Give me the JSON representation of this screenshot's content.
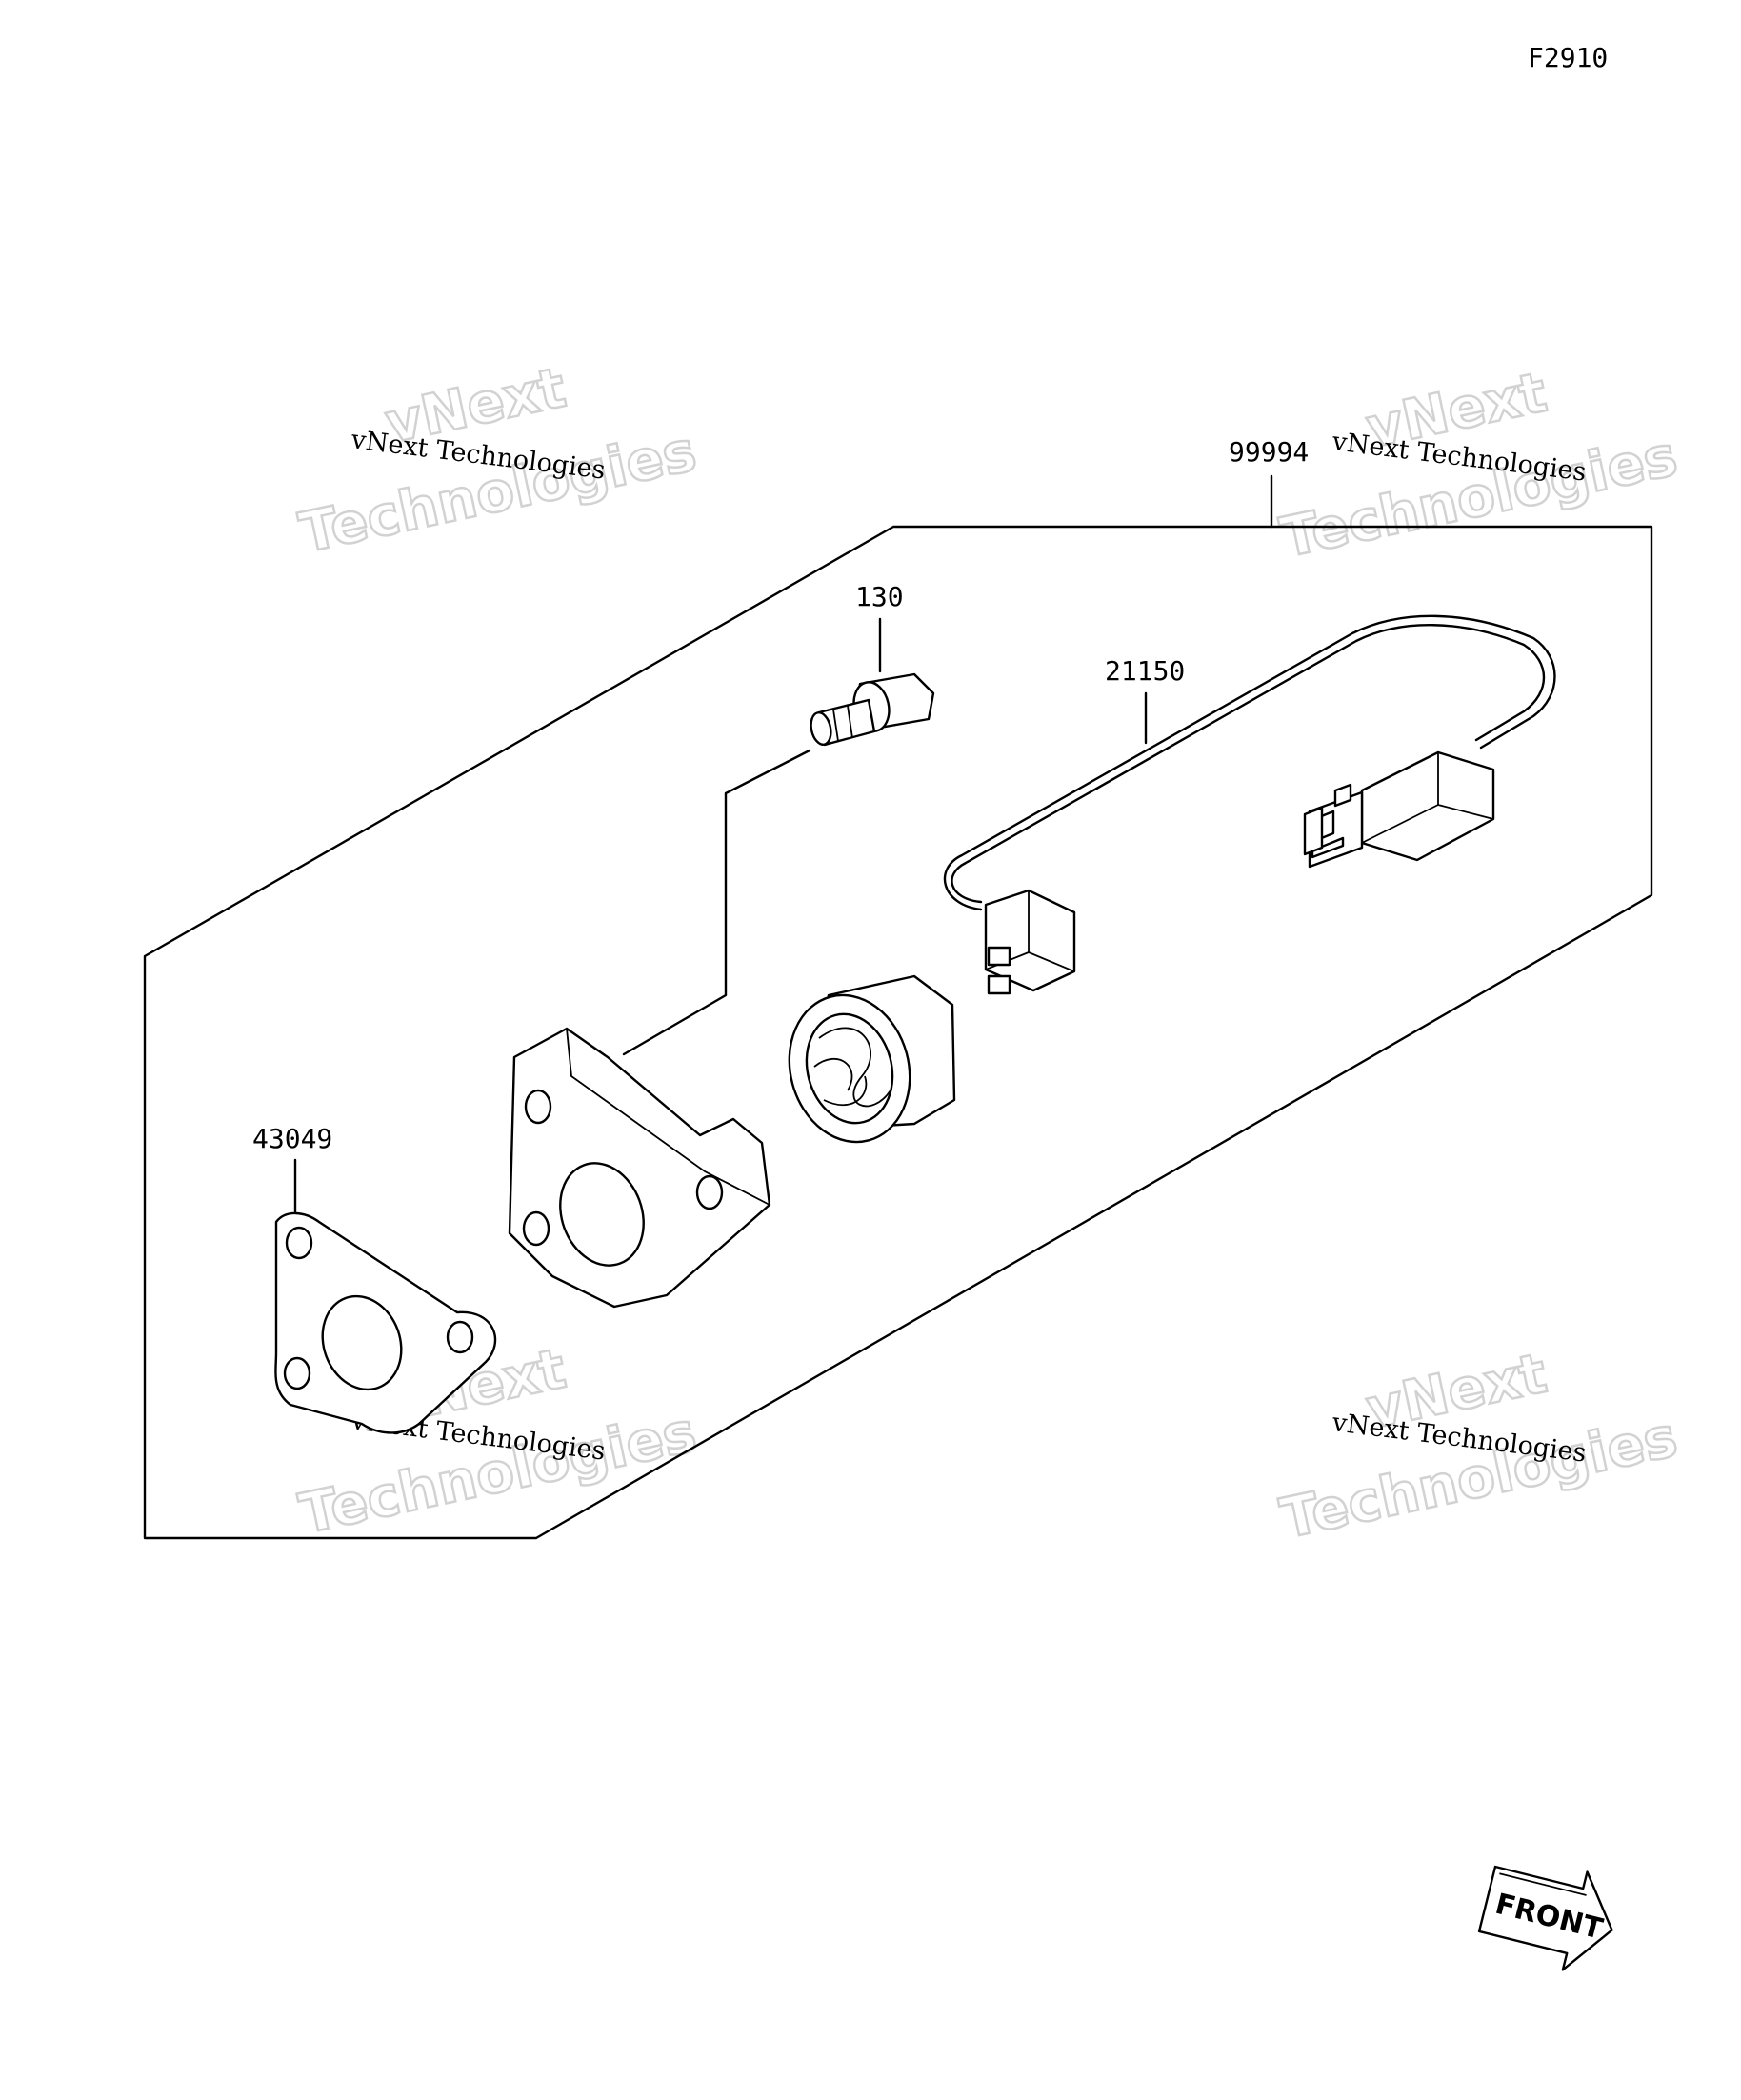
{
  "figure_code": "F2910",
  "callouts": {
    "kit": "99994",
    "bolt": "130",
    "harness": "21150",
    "gasket": "43049"
  },
  "watermark": {
    "line_small": "vNext Technologies",
    "line_big_1": "vNext",
    "line_big_2": "Technologies"
  },
  "front_arrow_label": "FRONT"
}
